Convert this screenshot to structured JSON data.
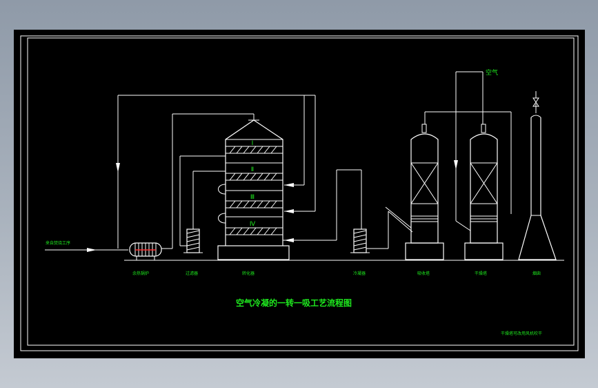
{
  "drawing": {
    "title": "空气冷凝的一转一吸工艺流程图",
    "note": "干燥塔可改用风机吹干"
  },
  "equipment": [
    {
      "id": "heater",
      "label": "余热锅炉"
    },
    {
      "id": "filter",
      "label": "过滤器"
    },
    {
      "id": "converter",
      "label": "转化器"
    },
    {
      "id": "cooler",
      "label": "冷凝器"
    },
    {
      "id": "absorber",
      "label": "吸收塔"
    },
    {
      "id": "dryer",
      "label": "干燥塔"
    },
    {
      "id": "chimney",
      "label": "烟囱"
    }
  ],
  "streams": {
    "inlet": "来自焚烧工序",
    "air": "空气"
  },
  "converter_beds": [
    "Ⅰ",
    "Ⅱ",
    "Ⅲ",
    "Ⅳ"
  ],
  "colors": {
    "background": "#000000",
    "lines": "#ffffff",
    "labels": "#1ee81e",
    "accent": "#ff3030"
  }
}
